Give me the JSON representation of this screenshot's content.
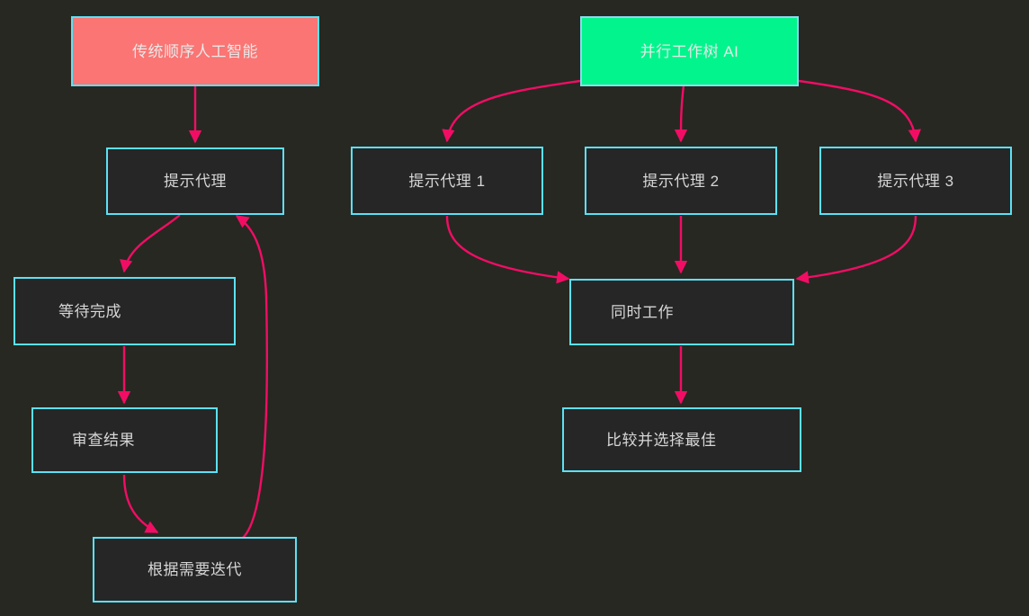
{
  "diagram": {
    "title_left": "传统顺序人工智能",
    "title_right": "并行工作树 AI",
    "background_color": "#272822",
    "node_border_color": "#5CE1F5",
    "node_fill_color": "#262626",
    "node_text_color": "#D6D6D6",
    "edge_color": "#F20D64",
    "root_left_color": "#FA7573",
    "root_right_color": "#02F58C"
  },
  "nodes": {
    "left": [
      {
        "id": "seq-root",
        "label": "传统顺序人工智能"
      },
      {
        "id": "prompt-agent",
        "label": "提示代理"
      },
      {
        "id": "wait-complete",
        "label": "等待完成"
      },
      {
        "id": "review-result",
        "label": "审查结果"
      },
      {
        "id": "iterate",
        "label": "根据需要迭代"
      }
    ],
    "right": [
      {
        "id": "parallel-root",
        "label": "并行工作树 AI"
      },
      {
        "id": "prompt-agent-1",
        "label": "提示代理 1"
      },
      {
        "id": "prompt-agent-2",
        "label": "提示代理 2"
      },
      {
        "id": "prompt-agent-3",
        "label": "提示代理 3"
      },
      {
        "id": "work-simultaneous",
        "label": "同时工作"
      },
      {
        "id": "compare-best",
        "label": "比较并选择最佳"
      }
    ]
  },
  "edges": [
    {
      "from": "seq-root",
      "to": "prompt-agent"
    },
    {
      "from": "prompt-agent",
      "to": "wait-complete"
    },
    {
      "from": "wait-complete",
      "to": "review-result"
    },
    {
      "from": "review-result",
      "to": "iterate"
    },
    {
      "from": "iterate",
      "to": "prompt-agent"
    },
    {
      "from": "parallel-root",
      "to": "prompt-agent-1"
    },
    {
      "from": "parallel-root",
      "to": "prompt-agent-2"
    },
    {
      "from": "parallel-root",
      "to": "prompt-agent-3"
    },
    {
      "from": "prompt-agent-1",
      "to": "work-simultaneous"
    },
    {
      "from": "prompt-agent-2",
      "to": "work-simultaneous"
    },
    {
      "from": "prompt-agent-3",
      "to": "work-simultaneous"
    },
    {
      "from": "work-simultaneous",
      "to": "compare-best"
    }
  ]
}
